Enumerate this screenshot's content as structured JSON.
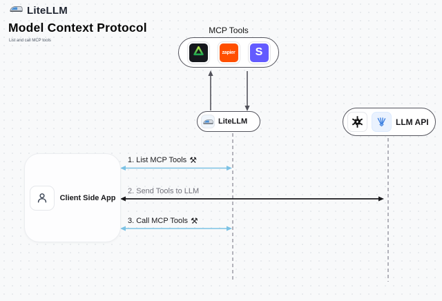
{
  "brand": {
    "name": "LiteLLM",
    "icon": "train-icon"
  },
  "header": {
    "title": "Model Context Protocol",
    "subtitle": "List and call MCP tools"
  },
  "mcp_tools": {
    "label": "MCP Tools",
    "tiles": [
      {
        "icon": "green-triangle-icon",
        "text": "",
        "bg": "#16181d"
      },
      {
        "icon": "zapier-logo",
        "text": "zapier",
        "bg": "#ff4f00"
      },
      {
        "icon": "stripe-logo",
        "text": "S",
        "bg": "#635bff"
      }
    ]
  },
  "nodes": {
    "litellm": {
      "label": "LiteLLM",
      "icon": "train-icon"
    },
    "llm_api": {
      "label": "LLM API",
      "icons": [
        "openai-icon",
        "blue-arrows-icon"
      ]
    },
    "client": {
      "label": "Client Side App",
      "icon": "person-icon"
    }
  },
  "sequence": {
    "steps": [
      {
        "label": "1. List MCP Tools",
        "glyph": "⚒",
        "color": "#7cc2e4"
      },
      {
        "label": "2. Send Tools to LLM",
        "glyph": "",
        "color": "#18181b"
      },
      {
        "label": "3. Call MCP Tools",
        "glyph": "⚒",
        "color": "#7cc2e4"
      }
    ]
  },
  "colors": {
    "background": "#f8f9fa",
    "node_border": "#52525b",
    "lifeline": "#a1a1aa",
    "arrow_blue": "#7cc2e4",
    "arrow_black": "#18181b",
    "zapier_orange": "#ff4f00",
    "stripe_purple": "#635bff",
    "tile_black": "#16181d"
  }
}
